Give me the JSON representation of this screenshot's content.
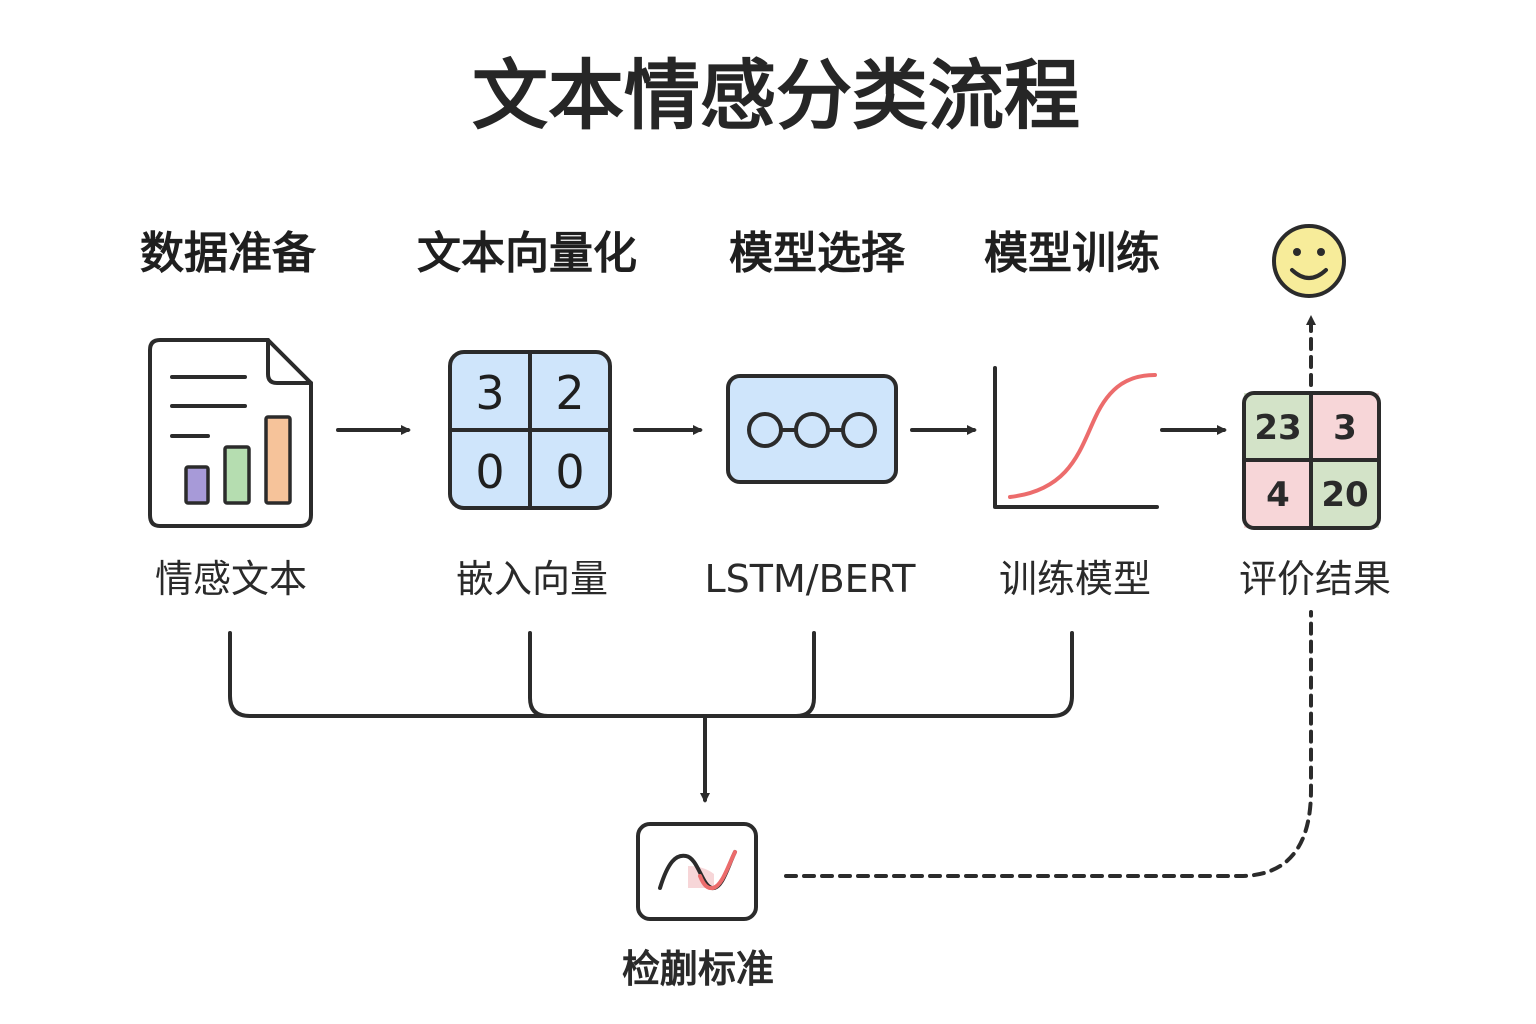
{
  "title": "文本情感分类流程",
  "stages": [
    {
      "heading": "数据准备",
      "label": "情感文本",
      "icon": "document-bar-chart-icon"
    },
    {
      "heading": "文本向量化",
      "label": "嵌入向量",
      "icon": "vector-grid-icon"
    },
    {
      "heading": "模型选择",
      "label": "LSTM/BERT",
      "icon": "neural-nodes-icon"
    },
    {
      "heading": "模型训练",
      "label": "训练模型",
      "icon": "training-curve-icon"
    },
    {
      "heading": "",
      "label": "评价结果",
      "icon": "smiley-face-icon"
    }
  ],
  "embedding_grid": [
    "3",
    "2",
    "0",
    "0"
  ],
  "confusion_matrix": [
    "23",
    "3",
    "4",
    "20"
  ],
  "validation": {
    "label": "检蒯标准",
    "icon": "wave-curve-icon"
  },
  "colors": {
    "blue_fill": "#cfe5fb",
    "green_cell": "#d3e3c8",
    "pink_cell": "#f7d6d8",
    "bar_purple": "#a79ad8",
    "bar_green": "#b5ddb0",
    "bar_orange": "#f6c39a",
    "curve_red": "#ec6c6c",
    "smiley_yellow": "#f7ec9a"
  }
}
